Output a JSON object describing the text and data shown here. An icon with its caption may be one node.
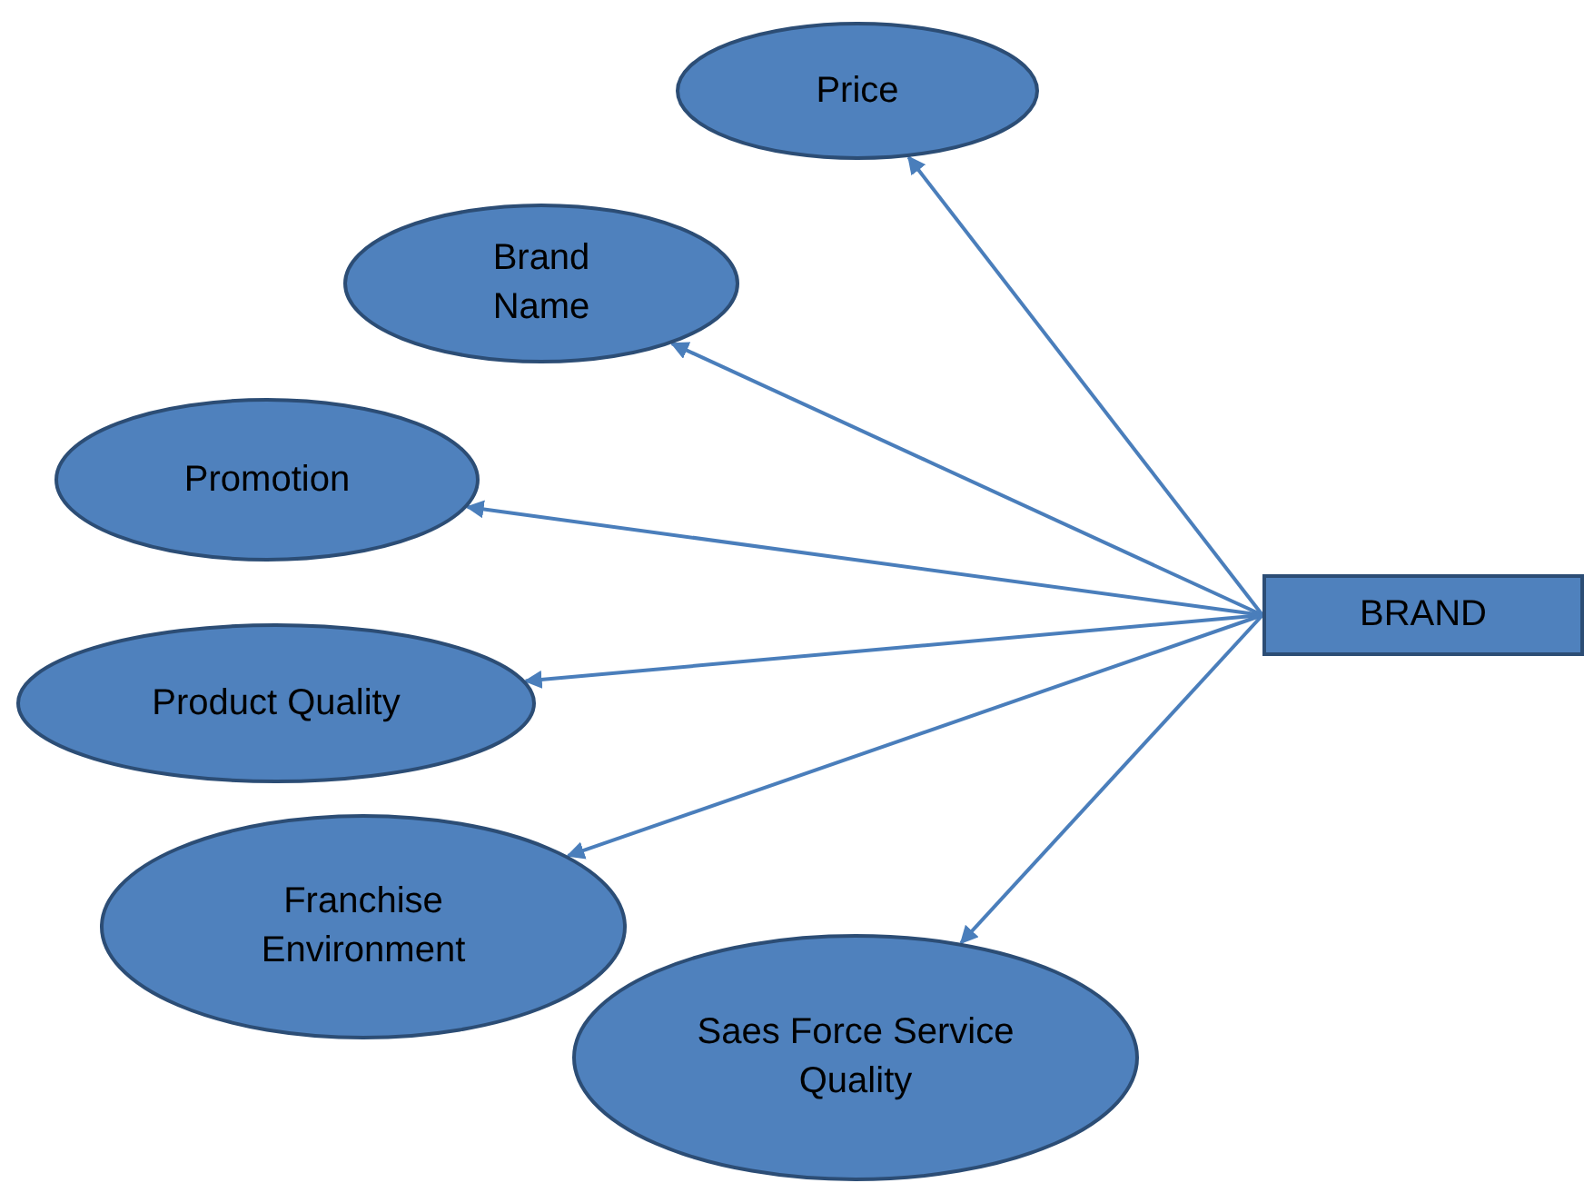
{
  "diagram": {
    "nodes": [
      {
        "text": [
          "Price"
        ]
      },
      {
        "text": [
          "Brand Name"
        ]
      },
      {
        "text": [
          "Promotion"
        ]
      },
      {
        "text": [
          "BRAND"
        ]
      },
      {
        "text": [
          "Product Quality"
        ]
      },
      {
        "text": [
          "Franchise Environment"
        ]
      },
      {
        "text": [
          "Saes Force Service Quality"
        ]
      }
    ],
    "edges": [
      {
        "from": 3,
        "to": 0,
        "arrow": "to"
      },
      {
        "from": 3,
        "to": 1,
        "arrow": "to"
      },
      {
        "from": 3,
        "to": 2,
        "arrow": "to"
      },
      {
        "from": 3,
        "to": 4,
        "arrow": "to"
      },
      {
        "from": 3,
        "to": 5,
        "arrow": "to"
      },
      {
        "from": 3,
        "to": 6,
        "arrow": "to"
      }
    ]
  }
}
